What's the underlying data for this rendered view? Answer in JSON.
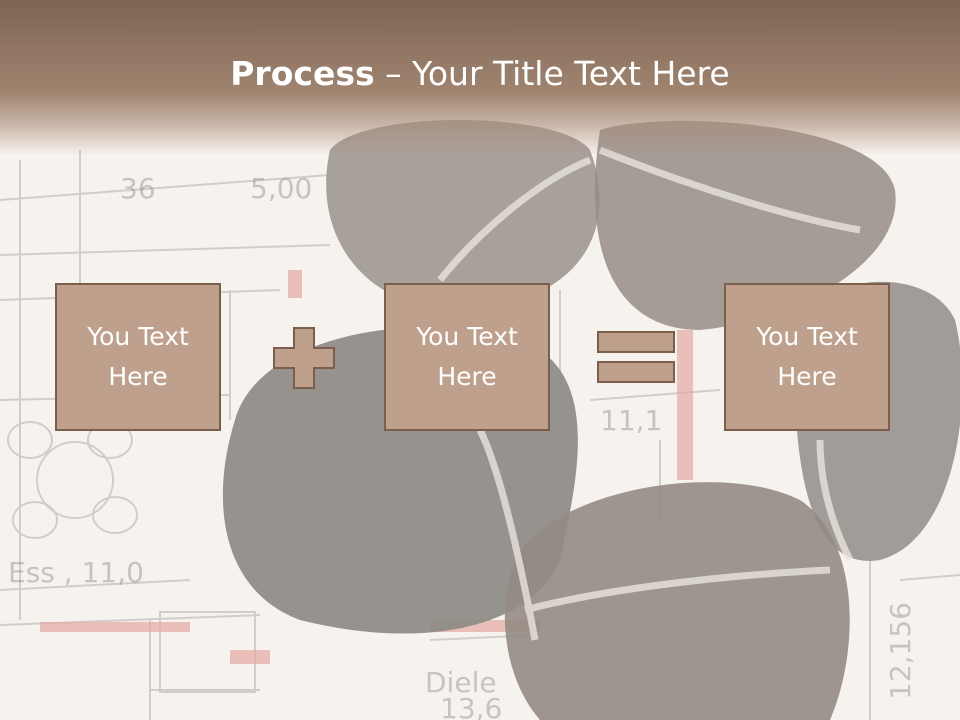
{
  "slide": {
    "title_bold": "Process",
    "title_rest": " – Your Title Text Here"
  },
  "process": {
    "boxes": [
      {
        "label": "You Text Here"
      },
      {
        "label": "You Text Here"
      },
      {
        "label": "You Text Here"
      }
    ],
    "operators": [
      "plus-icon",
      "equals-icon"
    ]
  },
  "background": {
    "blueprint_labels": [
      "36",
      "5,00",
      "11,1",
      "Ess , 11,0",
      "Diele",
      "13,6",
      "12,156"
    ]
  },
  "colors": {
    "header": "#7d6553",
    "box_fill": "#bfa08c",
    "box_border": "#7a5f4d",
    "text": "#ffffff"
  }
}
